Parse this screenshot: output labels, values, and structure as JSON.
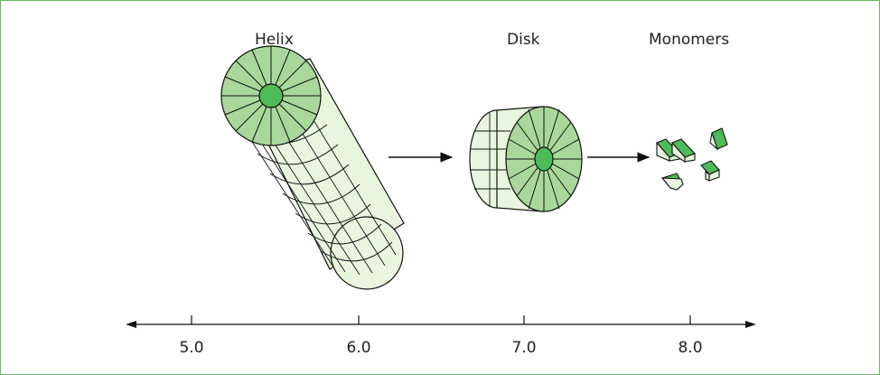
{
  "stages": {
    "helix": "Helix",
    "disk": "Disk",
    "monomers": "Monomers"
  },
  "axis": {
    "ticks": [
      "5.0",
      "6.0",
      "7.0",
      "8.0"
    ]
  },
  "colors": {
    "frame": "#5cc15c",
    "face_light": "#e9f6de",
    "face_mid": "#a9d89a",
    "face_dark": "#4dbb57",
    "stroke": "#111111"
  }
}
